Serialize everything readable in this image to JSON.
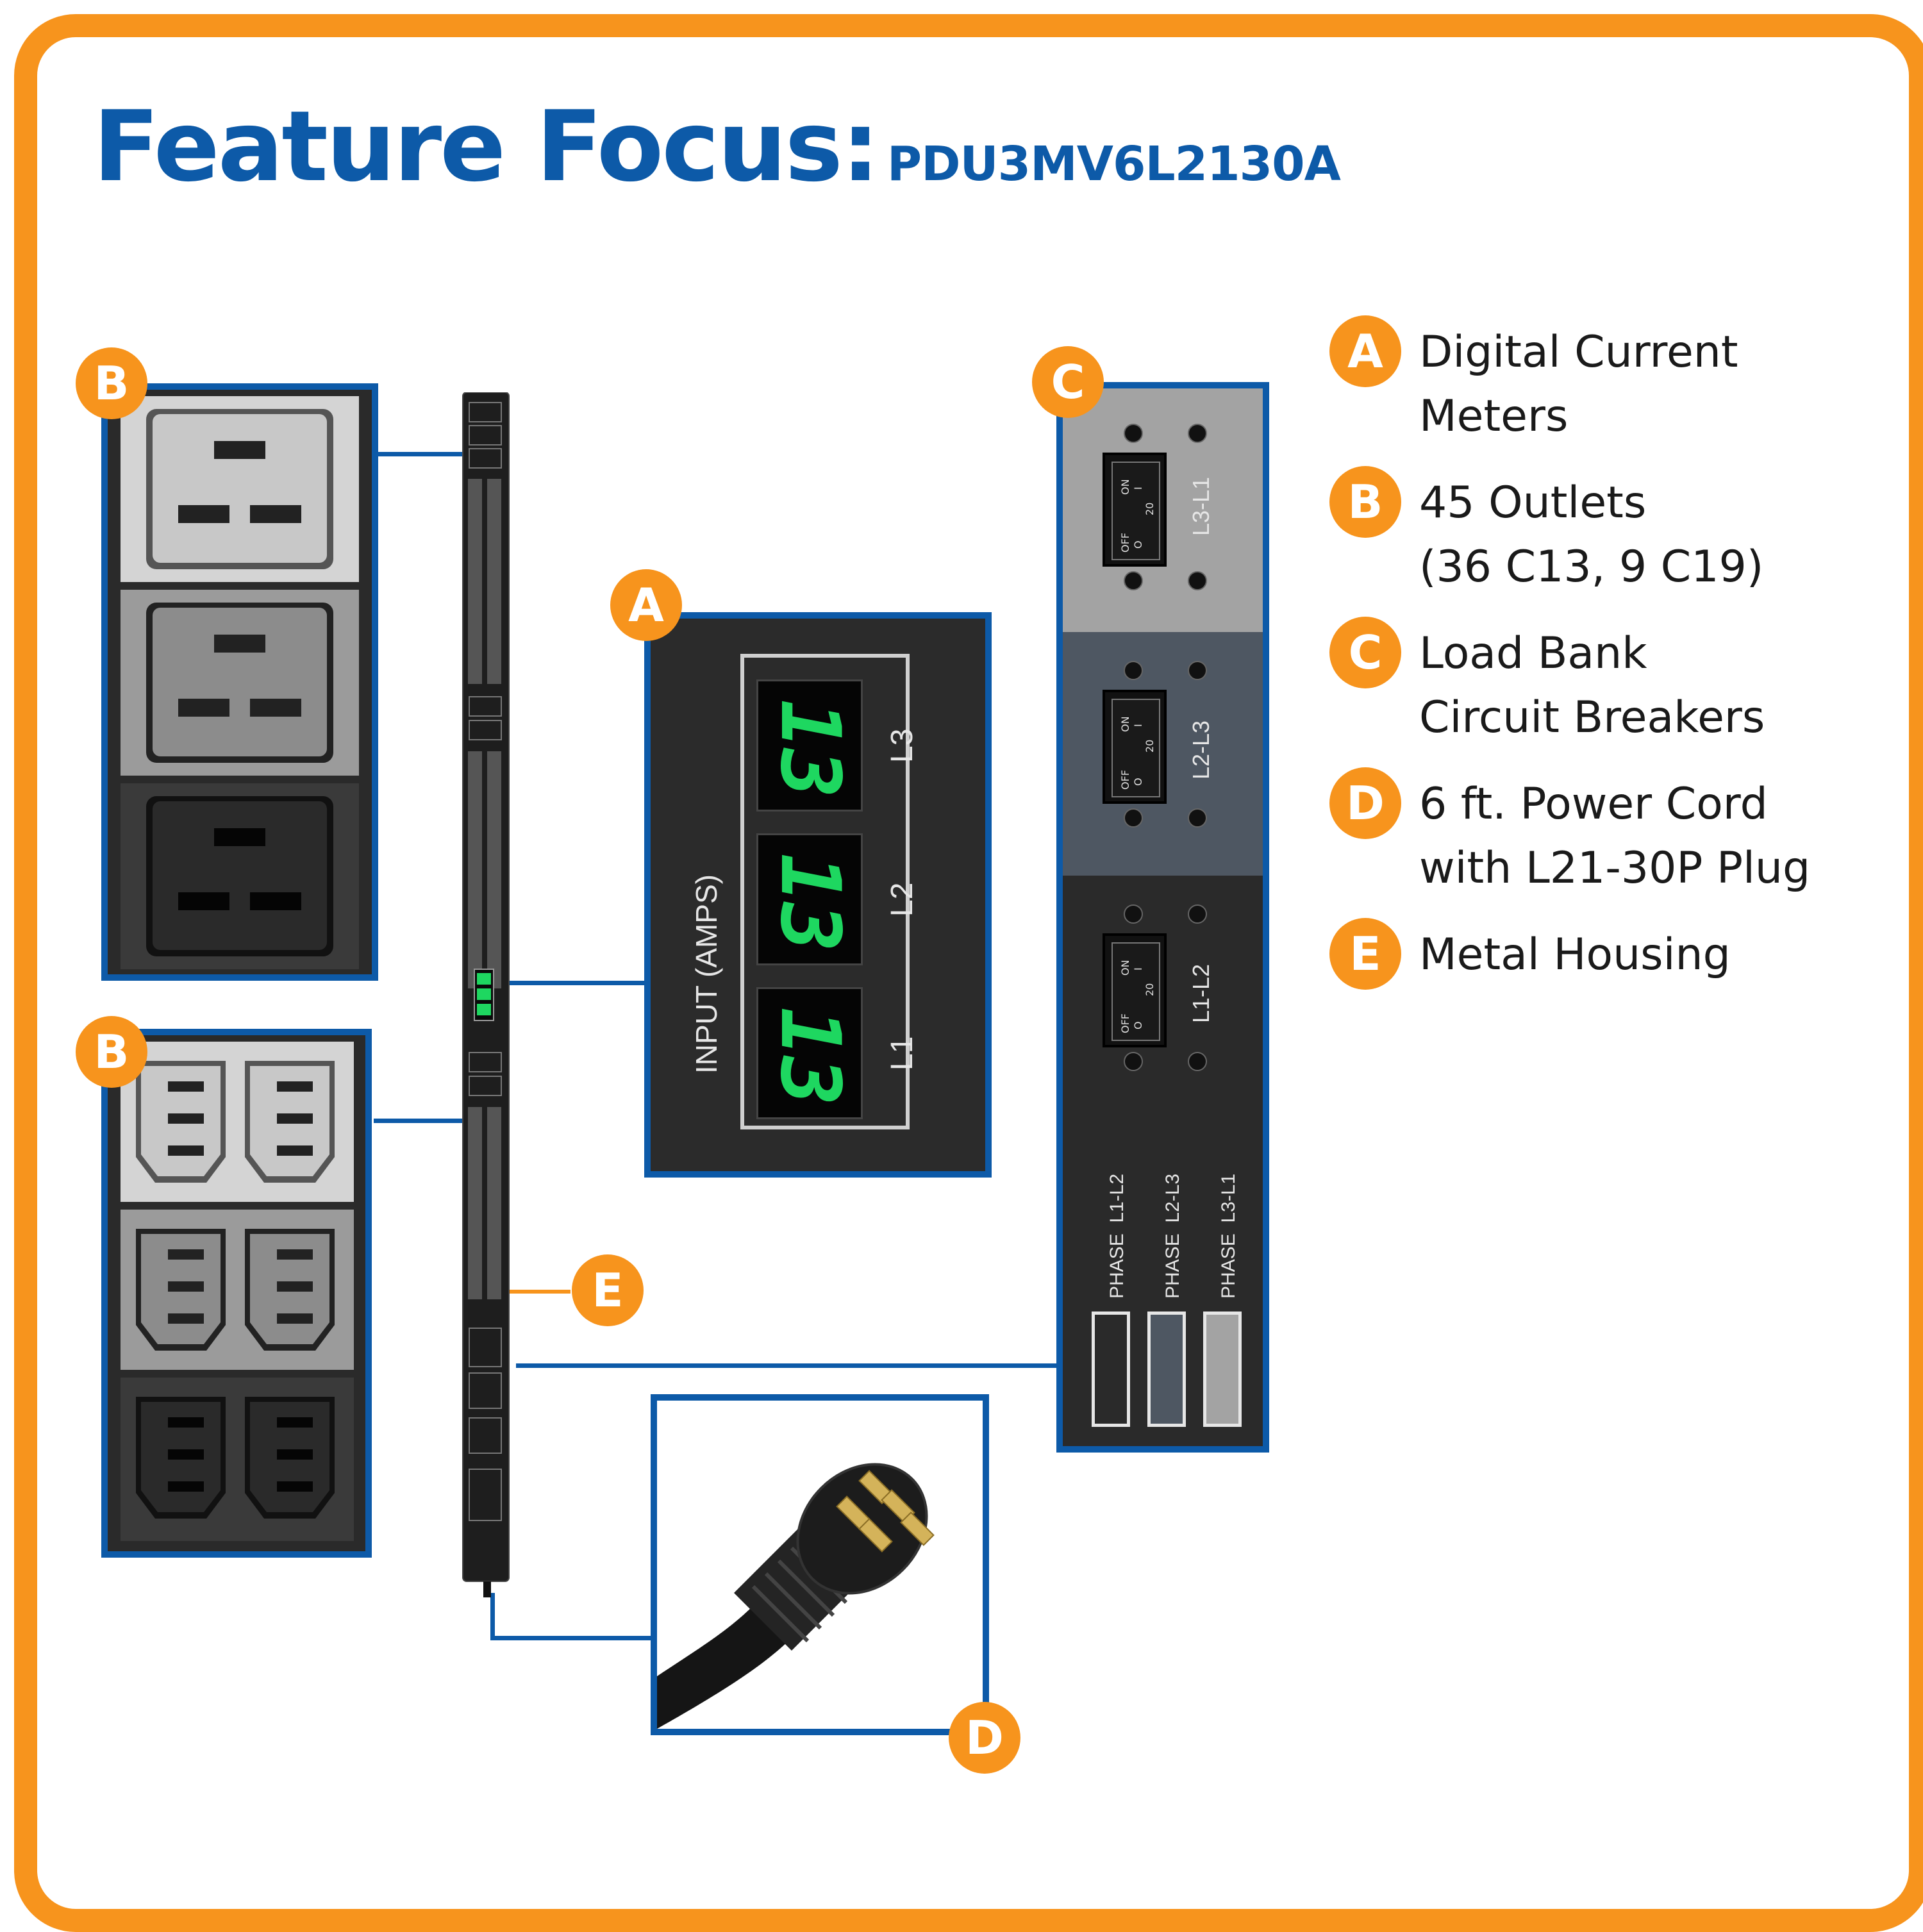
{
  "title": {
    "main": "Feature Focus:",
    "model": "PDU3MV6L2130A"
  },
  "features": [
    {
      "letter": "A",
      "lines": [
        "Digital Current",
        "Meters"
      ]
    },
    {
      "letter": "B",
      "lines": [
        "45 Outlets",
        "(36 C13, 9 C19)"
      ]
    },
    {
      "letter": "C",
      "lines": [
        "Load Bank",
        "Circuit Breakers"
      ]
    },
    {
      "letter": "D",
      "lines": [
        "6 ft. Power Cord",
        "with L21-30P Plug"
      ]
    },
    {
      "letter": "E",
      "lines": [
        "Metal Housing"
      ]
    }
  ],
  "callouts": {
    "a": "A",
    "b1": "B",
    "b2": "B",
    "c": "C",
    "d": "D",
    "e": "E"
  },
  "meter": {
    "label": "INPUT (AMPS)",
    "readings": [
      "13",
      "13",
      "13"
    ],
    "phases": [
      "L1",
      "L2",
      "L3"
    ]
  },
  "breakers": {
    "sections": [
      {
        "label": "L3-L1",
        "on": "ON",
        "i": "I",
        "off": "OFF",
        "o": "O",
        "rating": "20"
      },
      {
        "label": "L2-L3",
        "on": "ON",
        "i": "I",
        "off": "OFF",
        "o": "O",
        "rating": "20"
      },
      {
        "label": "L1-L2",
        "on": "ON",
        "i": "I",
        "off": "OFF",
        "o": "O",
        "rating": "20"
      }
    ],
    "phase_labels": [
      "PHASE  L1-L2",
      "PHASE  L2-L3",
      "PHASE  L3-L1"
    ]
  },
  "colors": {
    "orange": "#f7941d",
    "blue": "#0d5aa8",
    "green": "#1ed760"
  }
}
